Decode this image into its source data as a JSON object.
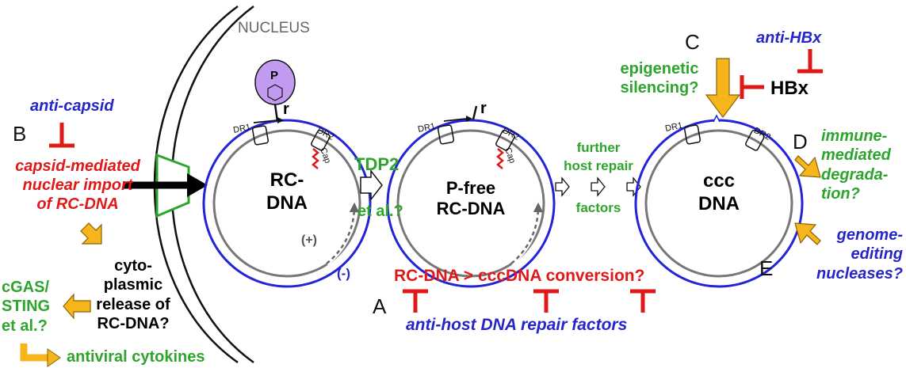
{
  "nucleus": "NUCLEUS",
  "panel_labels": {
    "a": "A",
    "b": "B",
    "c": "C",
    "d": "D",
    "e": "E"
  },
  "left": {
    "anti_capsid": "anti-capsid",
    "capsid_import": [
      "capsid-mediated",
      "nuclear import",
      "of RC-DNA"
    ],
    "cyto_release": [
      "cyto-",
      "plasmic",
      "release of",
      "RC-DNA?"
    ],
    "cgas": [
      "cGAS/",
      "STING",
      "et al.?"
    ],
    "cytokines": "antiviral cytokines"
  },
  "circle1": {
    "label": [
      "RC-",
      "DNA"
    ],
    "phosphate": "P",
    "r": "r",
    "dr1": "DR1",
    "dr2": "DR2",
    "cap": "Cap",
    "plus": "(+)",
    "minus": "(-)"
  },
  "tdp2": {
    "name": "TDP2",
    "etal": "et al.?"
  },
  "circle2": {
    "label": [
      "P-free",
      "RC-DNA"
    ],
    "r": "r",
    "dr1": "DR1",
    "dr2": "DR2",
    "cap": "Cap"
  },
  "repair_factors": [
    "further",
    "host repair",
    "factors"
  ],
  "circle3": {
    "label": [
      "ccc",
      "DNA"
    ],
    "dr1": "DR1",
    "dr2": "DR2"
  },
  "right": {
    "anti_hbx": "anti-HBx",
    "hbx": "HBx",
    "epigenetic": [
      "epigenetic",
      "silencing?"
    ],
    "immune": [
      "immune-",
      "mediated",
      "degrada-",
      "tion?"
    ],
    "genome": [
      "genome-",
      "editing",
      "nucleases?"
    ]
  },
  "bottom": {
    "conversion": "RC-DNA > cccDNA conversion?",
    "anti_repair": "anti-host DNA repair factors"
  },
  "colors": {
    "red": "#e01818",
    "blue": "#2626c8",
    "green": "#2da52d",
    "orange": "#f6b51a",
    "orange_edge": "#8a6206",
    "purple": "#c29bf0",
    "dna_blue": "#2323d8",
    "dna_gray": "#777777"
  }
}
